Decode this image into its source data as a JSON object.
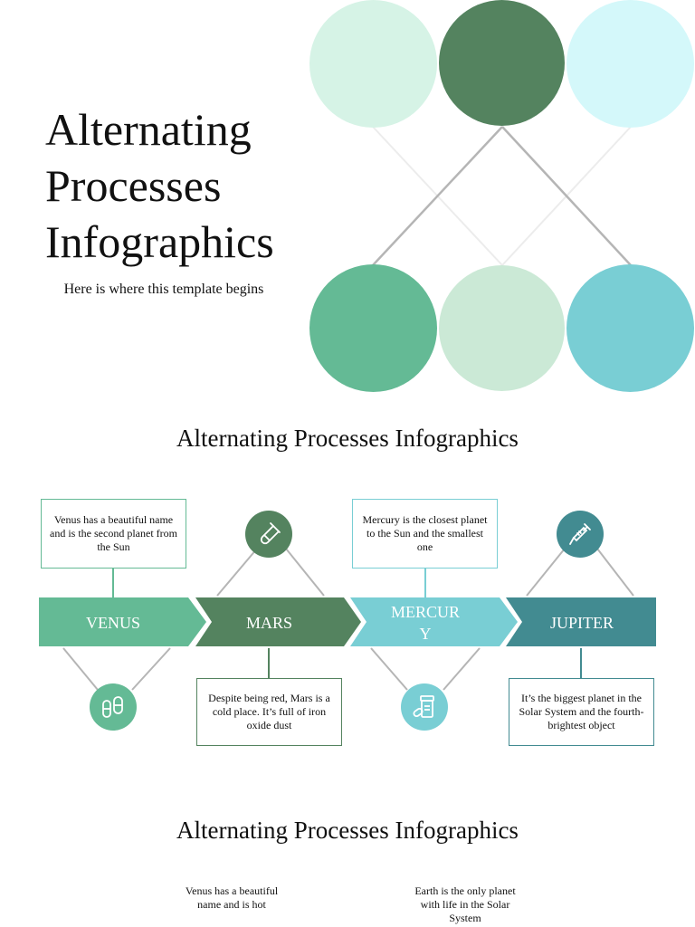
{
  "hero": {
    "title_lines": [
      "Alternating",
      "Processes",
      "Infographics"
    ],
    "subtitle": "Here is where this template begins"
  },
  "colors": {
    "light_mint": "#d6f3e6",
    "dark_green": "#54835f",
    "light_cyan": "#d4f8fa",
    "medium_green": "#64ba95",
    "pale_green": "#cbe9d6",
    "teal": "#79ced4",
    "dark_teal": "#428b91",
    "line_gray": "#b5b5b5"
  },
  "section2": {
    "title": "Alternating Processes Infographics",
    "steps": [
      {
        "label": "VENUS",
        "text": "Venus has a beautiful name and is the second planet from the Sun",
        "icon": "pills-icon"
      },
      {
        "label": "MARS",
        "text": "Despite being red, Mars is a cold place. It’s full of iron oxide dust",
        "icon": "test-tube-icon"
      },
      {
        "label": "MERCUR\nY",
        "text": "Mercury is the closest planet to the Sun and the smallest one",
        "icon": "medicine-bottle-icon"
      },
      {
        "label": "JUPITER",
        "text": "It’s the biggest planet in the Solar System and the fourth-brightest object",
        "icon": "syringe-icon"
      }
    ]
  },
  "section3": {
    "title": "Alternating Processes Infographics",
    "notes": [
      "Venus has a beautiful name and is hot",
      "Earth is the only planet with life in the Solar System"
    ]
  }
}
